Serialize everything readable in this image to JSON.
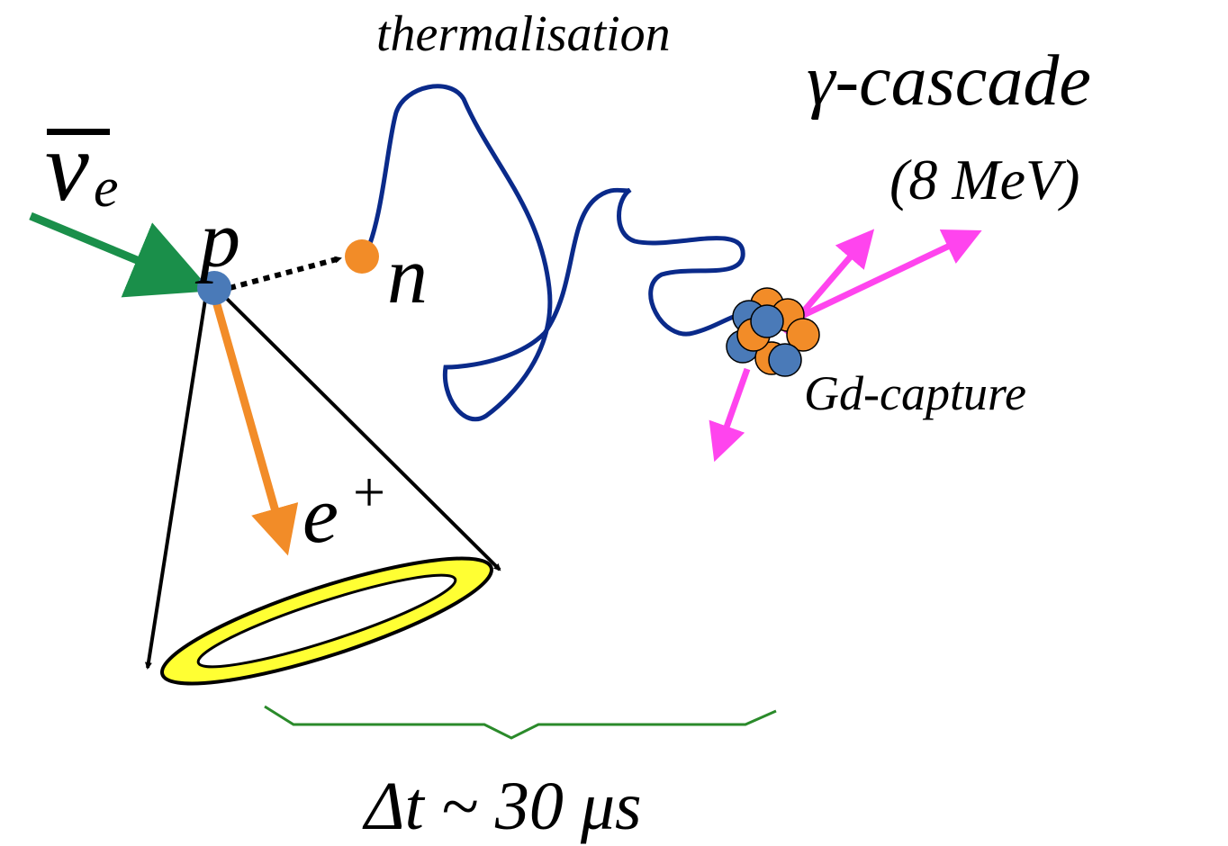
{
  "labels": {
    "neutrino_symbol": "ν",
    "neutrino_subscript": "e",
    "proton": "p",
    "neutron": "n",
    "positron": "e",
    "positron_superscript": "+",
    "thermalisation": "thermalisation",
    "gamma_cascade": "γ-cascade",
    "gamma_energy": "(8 MeV)",
    "gd_capture": "Gd-capture",
    "delta_t": "Δt ~ 30 μs"
  },
  "colors": {
    "neutrino_arrow": "#1a8f4a",
    "proton": "#4a7ab8",
    "neutron": "#f28c28",
    "positron_arrow": "#f28c28",
    "neutron_path": "#0a2a8a",
    "gamma_arrows": "#ff44ee",
    "ring_fill": "#ffff33",
    "brace": "#2a8a2a",
    "nucleus_orange": "#f28c28",
    "nucleus_blue": "#4a7ab8"
  }
}
